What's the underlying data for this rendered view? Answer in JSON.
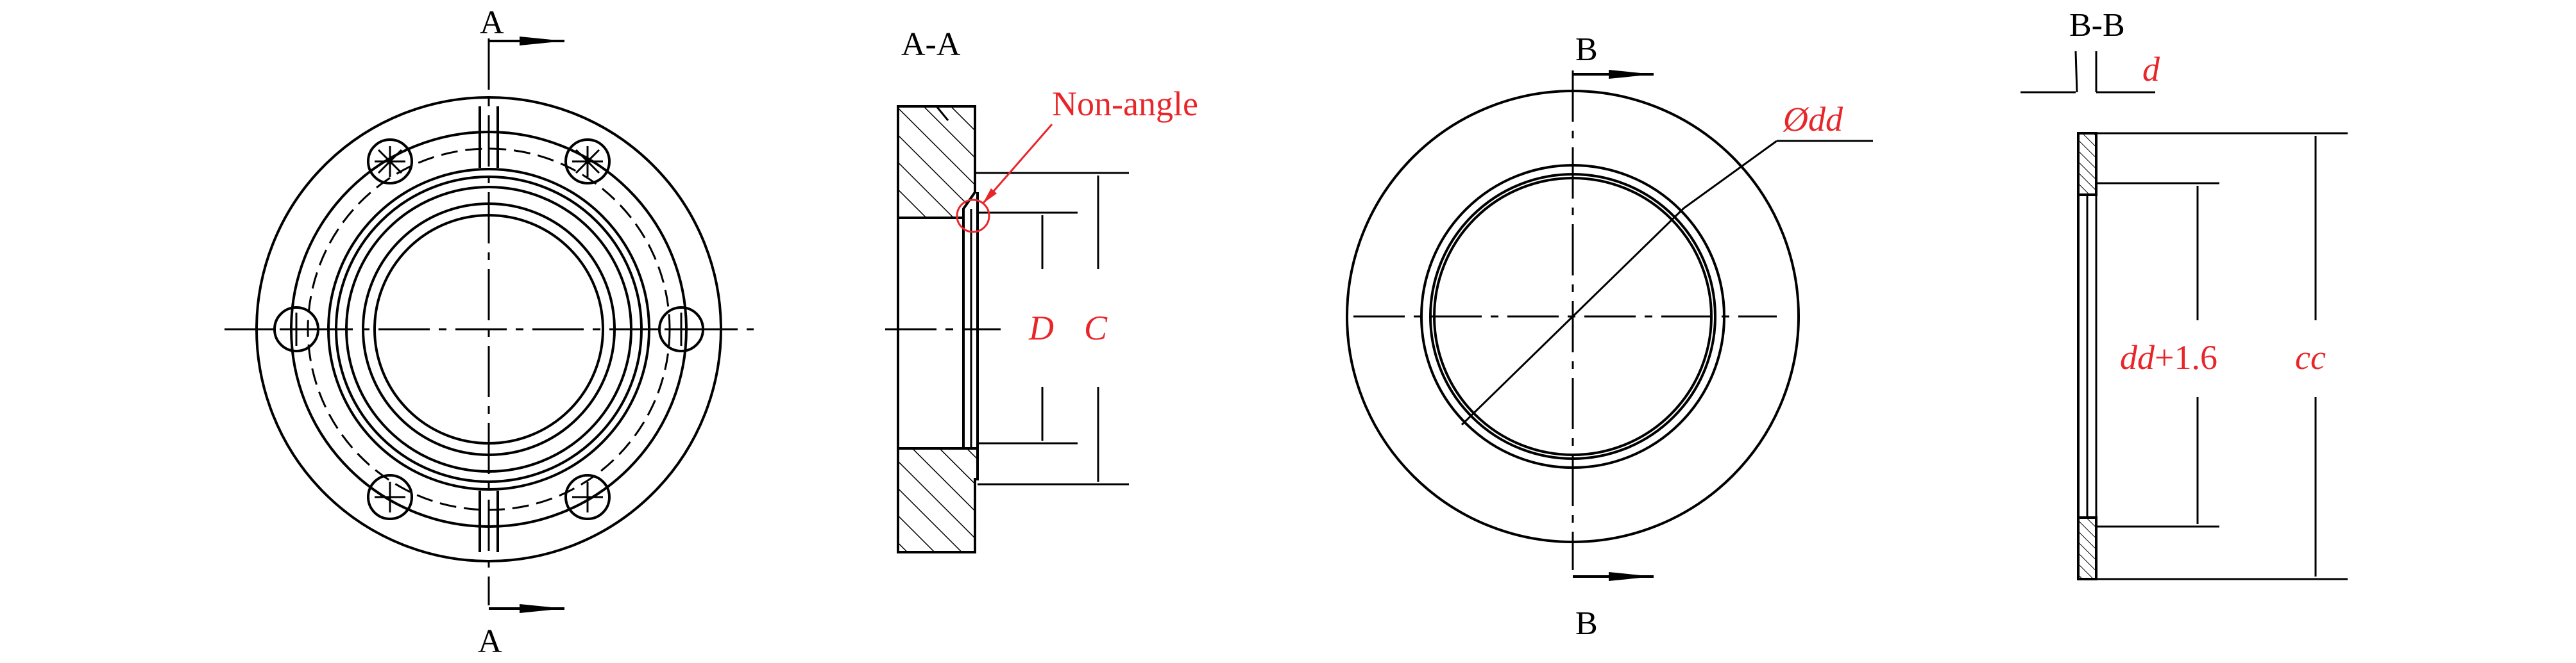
{
  "labels": {
    "section_a_top": "A",
    "section_a_bottom": "A",
    "section_aa_title": "A-A",
    "non_angle_note": "Non-angle",
    "dim_D": "D",
    "dim_C": "C",
    "section_b_top": "B",
    "section_b_bottom": "B",
    "dim_phi_dd": "Ødd",
    "section_bb_title": "B-B",
    "dim_d": "d",
    "dim_dd_prefix": "dd",
    "dim_dd_suffix": "+1.6",
    "dim_cc": "cc"
  },
  "colors": {
    "line": "#000000",
    "annotation": "#e8262a"
  }
}
